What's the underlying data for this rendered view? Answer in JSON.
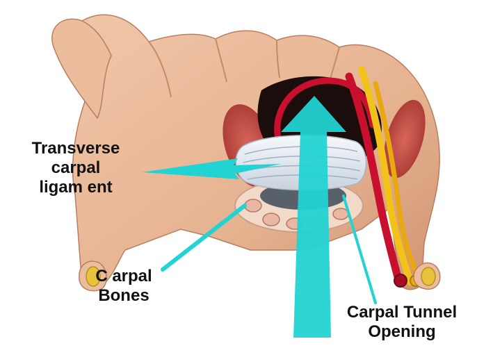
{
  "labels": {
    "transverse": {
      "line1": "Transverse",
      "line2": "carpal",
      "line3": "ligam ent"
    },
    "bones": {
      "line1": "C arpal",
      "line2": "Bones"
    },
    "tunnel": {
      "line1": "Carpal Tunnel",
      "line2": "Opening"
    }
  },
  "colors": {
    "skin": "#e8b898",
    "skin_shadow": "#c98f70",
    "muscle": "#c8504a",
    "ligament": "#e6ecf2",
    "artery": "#c8102e",
    "nerve": "#f2c21a",
    "arrow": "#22d3d3",
    "nail": "#e7c23a",
    "bone": "#f3d9c8"
  },
  "icons": {
    "pointer_arrow": "cyan-arrow",
    "flow_arrow": "up-arrow"
  }
}
